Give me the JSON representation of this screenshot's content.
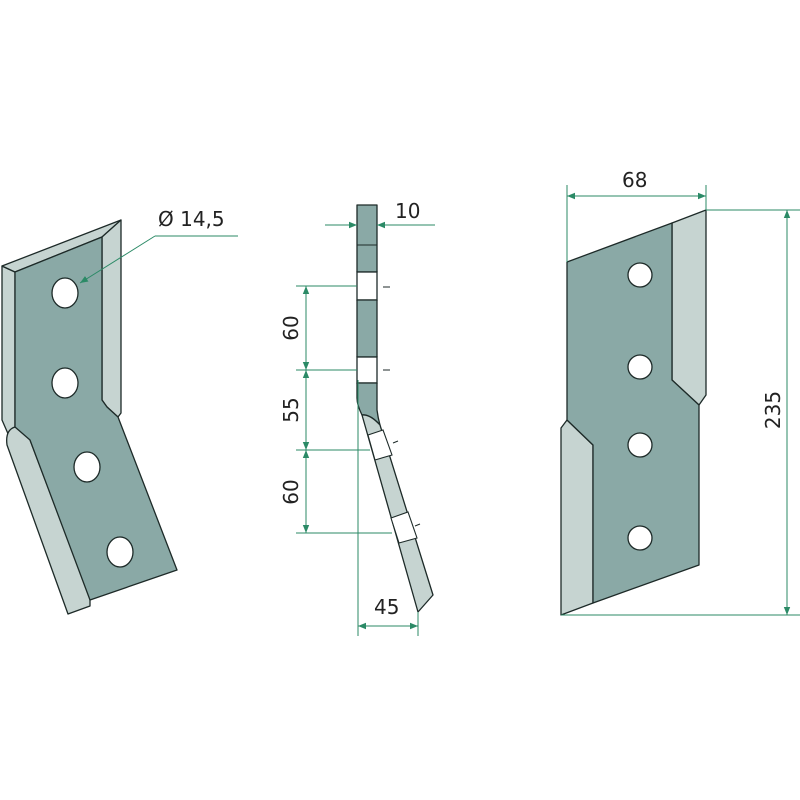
{
  "title": "Blade technical drawing",
  "dimensions": {
    "hole_diameter": "Ø 14,5",
    "thickness": "10",
    "spacing_1": "60",
    "spacing_2": "55",
    "spacing_3": "60",
    "offset": "45",
    "width": "68",
    "length": "235"
  },
  "colors": {
    "face": "#8aa9a6",
    "bevel": "#c6d4d1",
    "dimension_line": "#2b8a66"
  }
}
